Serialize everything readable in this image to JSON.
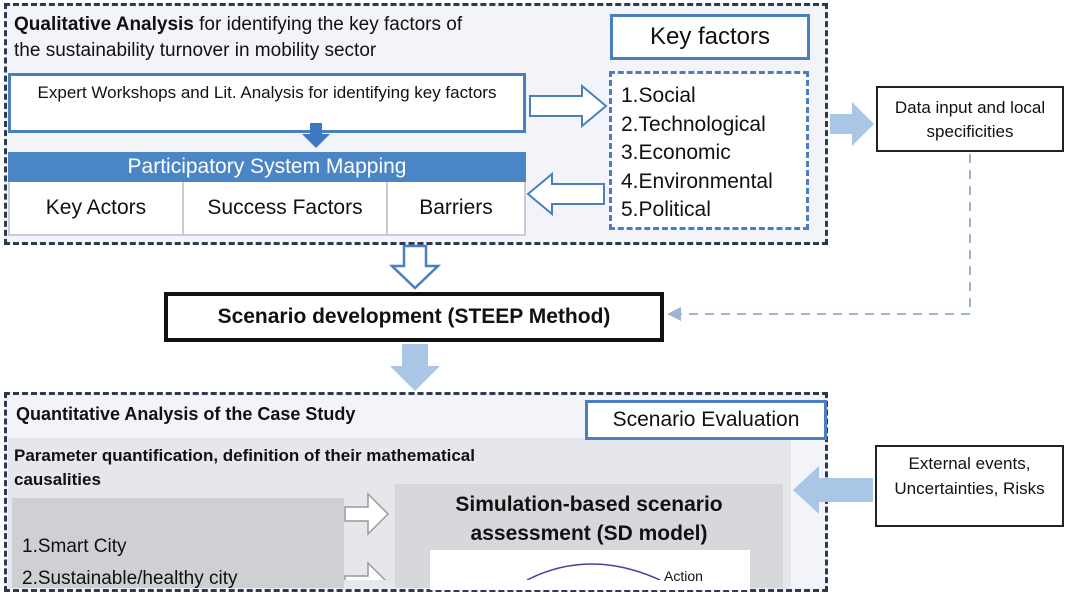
{
  "qualitative": {
    "title_bold": "Qualitative Analysis",
    "title_rest_line1": " for identifying the key factors of",
    "title_line2": "the sustainability turnover in mobility sector",
    "expert_box": "Expert Workshops and Lit. Analysis for identifying key factors",
    "psm": {
      "header": "Participatory System Mapping",
      "cells": [
        "Key Actors",
        "Success Factors",
        "Barriers"
      ]
    }
  },
  "key_factors": {
    "title": "Key factors",
    "items": [
      "1.Social",
      "2.Technological",
      "3.Economic",
      "4.Environmental",
      "5.Political"
    ]
  },
  "data_input": "Data input and local specificities",
  "scenario_development": "Scenario development (STEEP Method)",
  "quantitative": {
    "title": "Quantitative Analysis of the Case Study",
    "scenario_evaluation": "Scenario Evaluation",
    "param_title": "Parameter quantification, definition of their mathematical causalities",
    "scenarios": [
      "1.Smart City",
      "2.Sustainable/healthy city"
    ],
    "simulation_title": "Simulation-based scenario assessment (SD model)",
    "action_label": "Action"
  },
  "external": "External events, Uncertainties, Risks",
  "colors": {
    "accent_blue": "#4a7fbf",
    "header_blue": "#4a86c5",
    "light_arrow_blue": "#a9c6e6",
    "dashed_border": "#2e3a4f"
  }
}
